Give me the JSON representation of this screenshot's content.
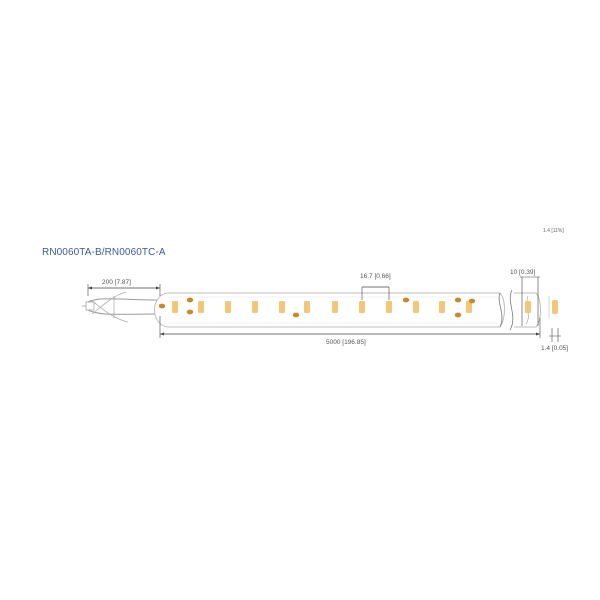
{
  "title": "RN0060TA-B/RN0060TC-A",
  "corner_label": "1.4 [11%]",
  "dimensions": {
    "lead_length": "200 [7.87]",
    "led_pitch": "16.7 [0.66]",
    "strip_width": "10 [0.39]",
    "strip_length": "5000 [196.85]",
    "thickness": "1.4 [0.05]"
  },
  "colors": {
    "title": "#3d5a9a",
    "led_chip": "#f3c77a",
    "resistor": "#c88a2a",
    "tube_outline": "#bdbdbd",
    "dimension_line": "#444444"
  }
}
